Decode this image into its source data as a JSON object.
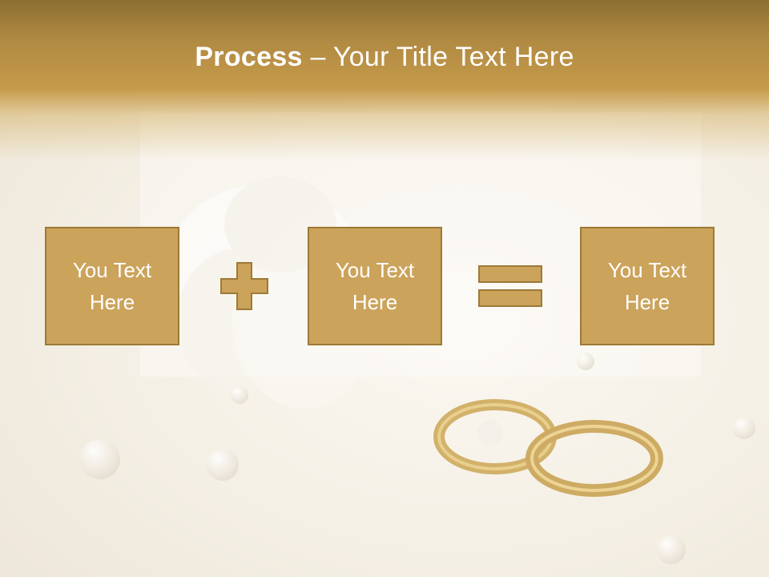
{
  "slide": {
    "title_bold": "Process",
    "title_dash": " – ",
    "title_rest": "Your Title Text Here",
    "boxes": [
      {
        "line1": "You Text",
        "line2": "Here"
      },
      {
        "line1": "You Text",
        "line2": "Here"
      },
      {
        "line1": "You Text",
        "line2": "Here"
      }
    ],
    "operators": [
      "plus-icon",
      "equals-icon"
    ],
    "colors": {
      "box_fill": "#cba35b",
      "box_border": "#9c7a36",
      "title_band": "#c69a4a",
      "title_text": "#ffffff"
    },
    "background_image": "wedding-rings-and-pearls"
  }
}
